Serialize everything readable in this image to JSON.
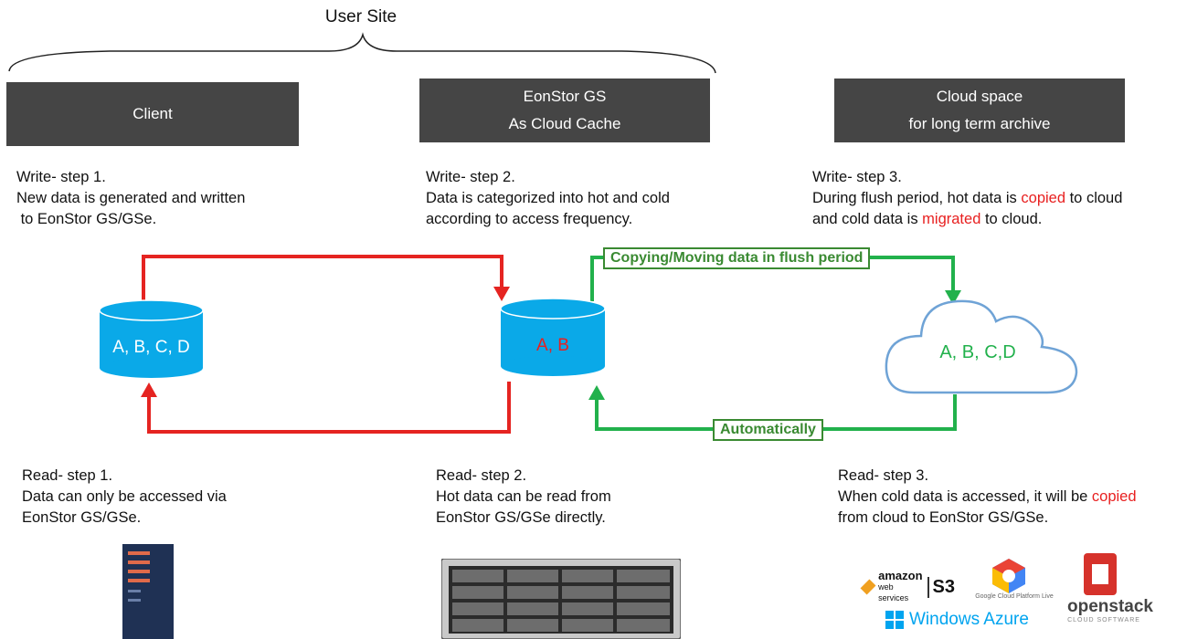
{
  "title": "User Site",
  "headers": {
    "client": {
      "line1": "Client"
    },
    "eonstor": {
      "line1": "EonStor GS",
      "line2": "As  Cloud Cache"
    },
    "cloud": {
      "line1": "Cloud space",
      "line2": "for long term archive"
    }
  },
  "write_steps": [
    {
      "title": "Write- step  1.",
      "l1": "New data is generated and written",
      "l2": " to EonStor GS/GSe."
    },
    {
      "title": "Write- step 2.",
      "l1": "Data is categorized into  hot and cold",
      "l2": "according to access frequency."
    },
    {
      "title": "Write- step 3.",
      "l1a": "During flush period, hot data is ",
      "l1b": "copied",
      "l1c": " to cloud",
      "l2a": "and cold data is ",
      "l2b": "migrated",
      "l2c": " to cloud."
    }
  ],
  "read_steps": [
    {
      "title": "Read- step 1.",
      "l1": "Data can only be accessed via",
      "l2": "EonStor GS/GSe."
    },
    {
      "title": "Read- step 2.",
      "l1": "Hot data can be read from",
      "l2": "EonStor GS/GSe directly."
    },
    {
      "title": "Read- step 3.",
      "l1a": "When cold data is accessed, it will be ",
      "l1b": "copied",
      "l2": "from cloud to EonStor GS/GSe."
    }
  ],
  "storage": {
    "client": "A, B, C, D",
    "cache": "A, B",
    "cloud": "A, B, C,D"
  },
  "flow_labels": {
    "flush": "Copying/Moving data in flush period",
    "auto": "Automatically"
  },
  "logos": {
    "amazon": "amazon",
    "amazon_sub": "web services",
    "s3": "S3",
    "google": "Google Cloud Platform Live",
    "azure": "Windows Azure",
    "openstack": "openstack",
    "openstack_sub": "CLOUD SOFTWARE"
  },
  "colors": {
    "header_bg": "#454545",
    "cylinder": "#0aa9e8",
    "red_flow": "#e52421",
    "green_flow": "#22b14c",
    "cloud_outline": "#6fa3d6"
  }
}
